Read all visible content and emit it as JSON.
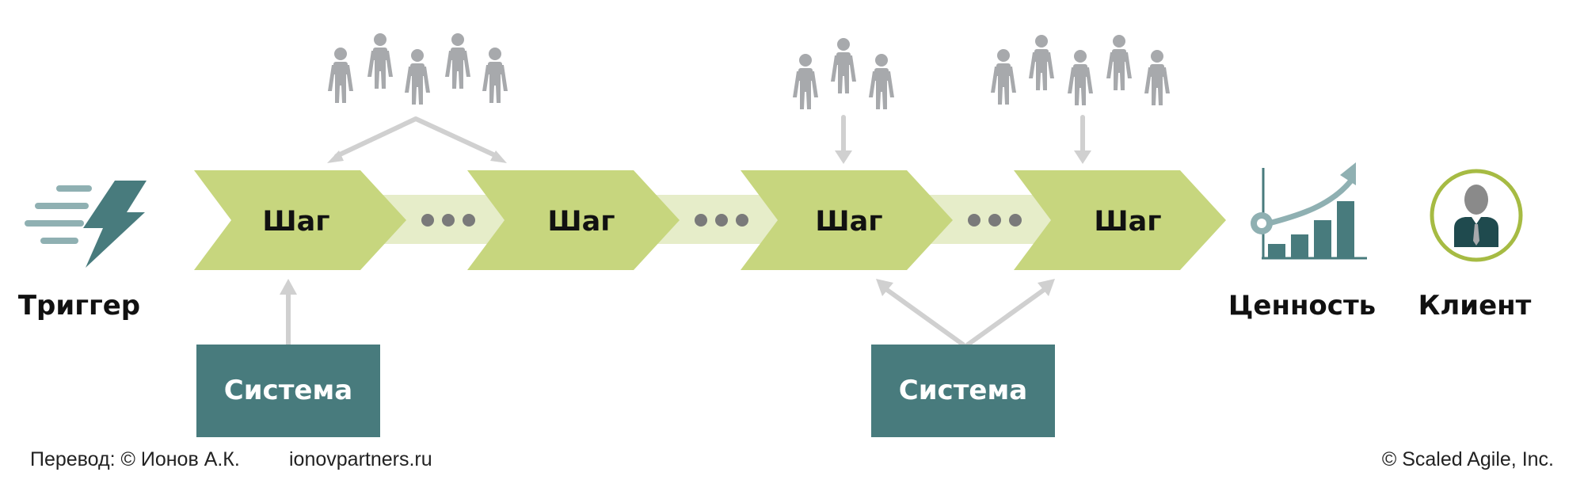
{
  "trigger_label": "Триггер",
  "step_label": "Шаг",
  "system_label": "Система",
  "value_label": "Ценность",
  "customer_label": "Клиент",
  "footer": {
    "translation": "Перевод: © Ионов А.К.",
    "website": "ionovpartners.ru",
    "copyright": "© Scaled Agile,  Inc."
  },
  "colors": {
    "step_fill": "#c7d67e",
    "connector_fill": "#e6edc9",
    "system_fill": "#487b7d",
    "people_gray": "#a7a9ac",
    "arrow_gray": "#d0d0d0",
    "dots_gray": "#7a7a7a"
  },
  "icons": [
    "lightning-icon",
    "people-icon",
    "growth-chart-icon",
    "customer-avatar-icon"
  ]
}
